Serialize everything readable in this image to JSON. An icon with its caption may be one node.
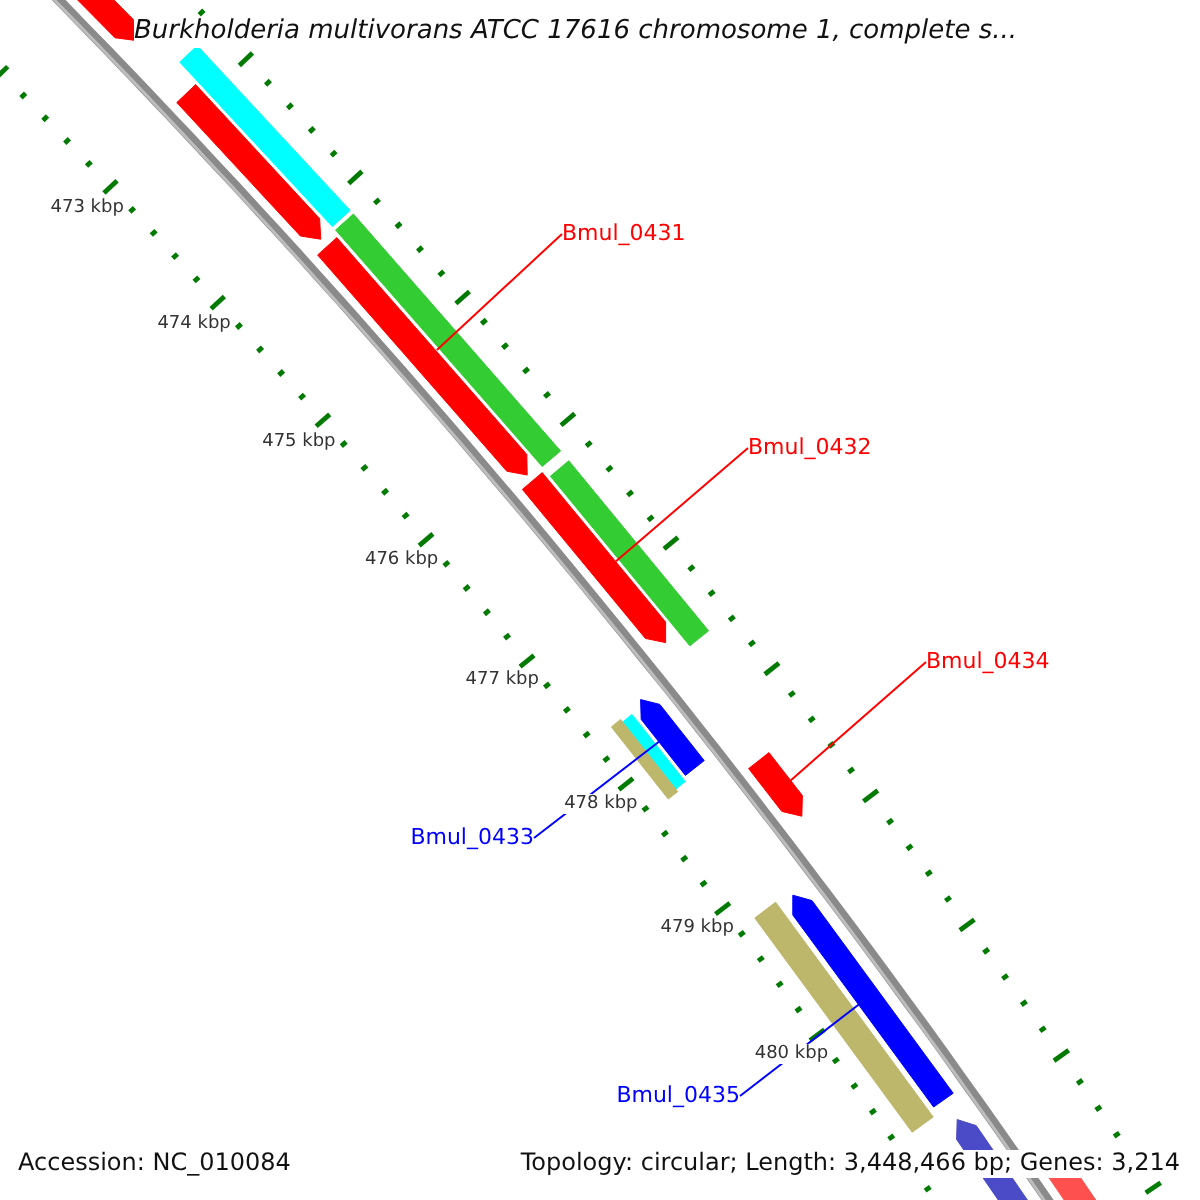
{
  "diagram": {
    "title": "Burkholderia multivorans ATCC 17616 chromosome 1, complete s...",
    "nodes": [
      {
        "text": [
          "Bmul_0431"
        ]
      },
      {
        "text": [
          "Bmul_0432"
        ]
      },
      {
        "text": [
          "Bmul_0434"
        ]
      },
      {
        "text": [
          "Bmul_0433"
        ]
      },
      {
        "text": [
          "Bmul_0435"
        ]
      },
      {
        "text": [],
        "shape": "bar"
      },
      {
        "text": [],
        "shape": "bar"
      },
      {
        "text": [],
        "shape": "bar"
      },
      {
        "text": [],
        "shape": "bar"
      },
      {
        "text": [],
        "shape": "bar"
      },
      {
        "text": [],
        "shape": "bar"
      }
    ],
    "edges": [
      {
        "from": 0,
        "to": 6,
        "arrow": "none"
      },
      {
        "from": 1,
        "to": 7,
        "arrow": "none"
      },
      {
        "from": 2,
        "to": 8,
        "arrow": "none"
      },
      {
        "from": 3,
        "to": 9,
        "arrow": "none",
        "color": "#0000ff"
      },
      {
        "from": 4,
        "to": 10,
        "arrow": "none",
        "color": "#0000ff"
      }
    ],
    "labels": [
      "473 kbp",
      "474 kbp",
      "475 kbp",
      "476 kbp",
      "477 kbp",
      "478 kbp",
      "479 kbp",
      "480 kbp",
      "Accession: NC_010084",
      "Topology: circular; Length: 3,448,466 bp; Genes: 3,214"
    ]
  }
}
